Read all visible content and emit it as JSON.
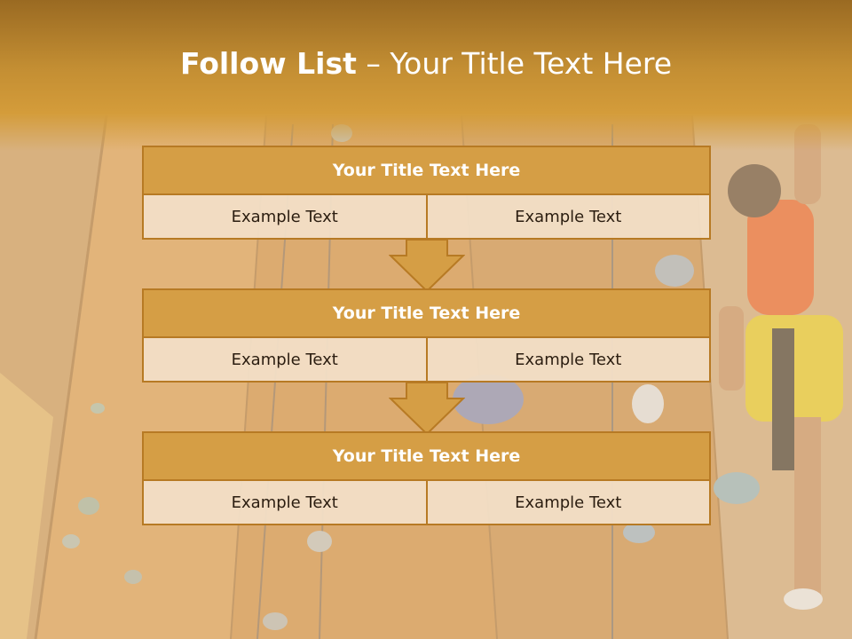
{
  "slide": {
    "title_bold": "Follow List",
    "title_rest": " – Your Title Text Here"
  },
  "blocks": [
    {
      "title": "Your Title Text Here",
      "left": "Example Text",
      "right": "Example Text"
    },
    {
      "title": "Your Title Text Here",
      "left": "Example Text",
      "right": "Example Text"
    },
    {
      "title": "Your Title Text Here",
      "left": "Example Text",
      "right": "Example Text"
    }
  ],
  "colors": {
    "accent": "#d59e45",
    "border": "#b77a24",
    "header_dark": "#9a6a22",
    "cell_bg": "#f2dec6",
    "text_dark": "#2b1d10"
  },
  "icons": [
    "down-arrow-icon"
  ]
}
